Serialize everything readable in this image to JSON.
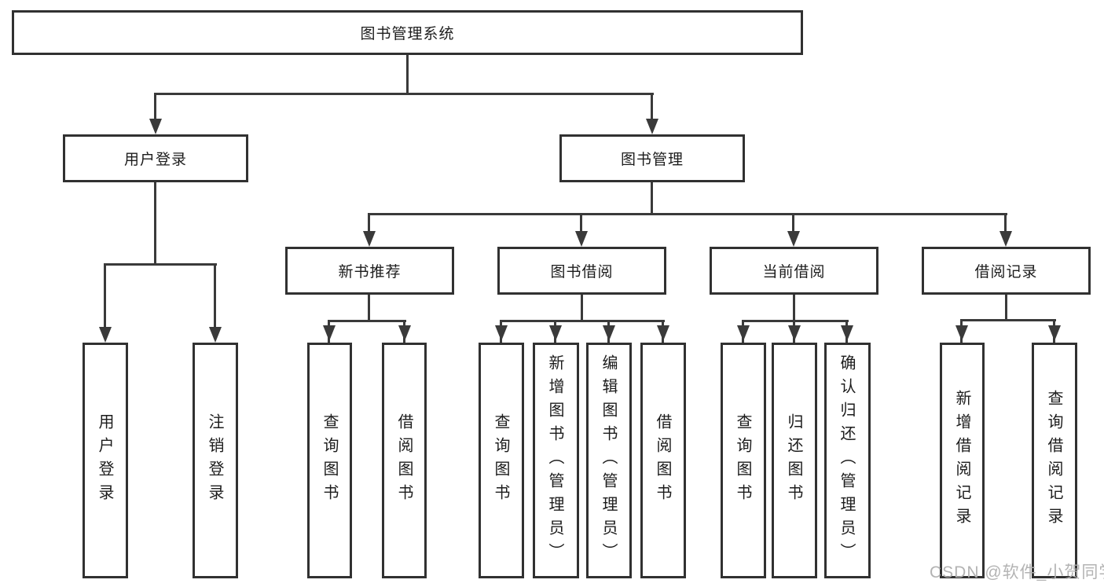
{
  "diagram": {
    "root": {
      "label": "图书管理系统"
    },
    "branches": [
      {
        "label": "用户登录",
        "children": [
          {
            "label": "用户登录"
          },
          {
            "label": "注销登录"
          }
        ]
      },
      {
        "label": "图书管理",
        "children": [
          {
            "label": "新书推荐",
            "children": [
              {
                "label": "查询图书"
              },
              {
                "label": "借阅图书"
              }
            ]
          },
          {
            "label": "图书借阅",
            "children": [
              {
                "label": "查询图书"
              },
              {
                "label": "新增图书（管理员）"
              },
              {
                "label": "编辑图书（管理员）"
              },
              {
                "label": "借阅图书"
              }
            ]
          },
          {
            "label": "当前借阅",
            "children": [
              {
                "label": "查询图书"
              },
              {
                "label": "归还图书"
              },
              {
                "label": "确认归还（管理员）"
              }
            ]
          },
          {
            "label": "借阅记录",
            "children": [
              {
                "label": "新增借阅记录"
              },
              {
                "label": "查询借阅记录"
              }
            ]
          }
        ]
      }
    ]
  },
  "watermark": {
    "text": "CSDN @软件_小贺同学"
  },
  "colors": {
    "background": "#ffffff",
    "box_border": "#313131",
    "line": "#3a3a3a",
    "text": "#1c1c1c",
    "watermark": "#afafaf"
  }
}
